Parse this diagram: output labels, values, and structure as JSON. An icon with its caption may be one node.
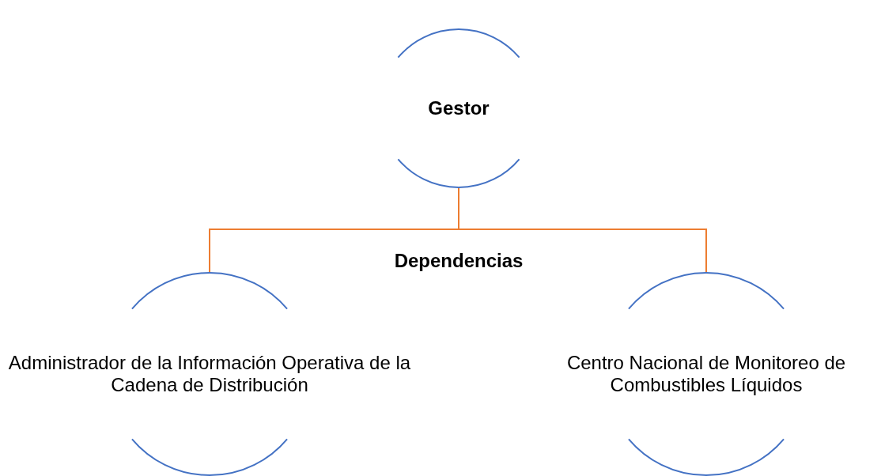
{
  "diagram": {
    "nodes": [
      {
        "text": [
          "Gestor"
        ]
      },
      {
        "text": [
          "Administrador de la Información Operativa de la Cadena de Distribución"
        ]
      },
      {
        "text": [
          "Centro Nacional de Monitoreo de Combustibles Líquidos"
        ]
      }
    ],
    "edges": [
      {
        "from": 0,
        "to": 1,
        "arrow": "none",
        "color": "#ed7d31"
      },
      {
        "from": 0,
        "to": 2,
        "arrow": "none",
        "color": "#ed7d31"
      }
    ],
    "labels": [
      "Dependencias"
    ]
  }
}
